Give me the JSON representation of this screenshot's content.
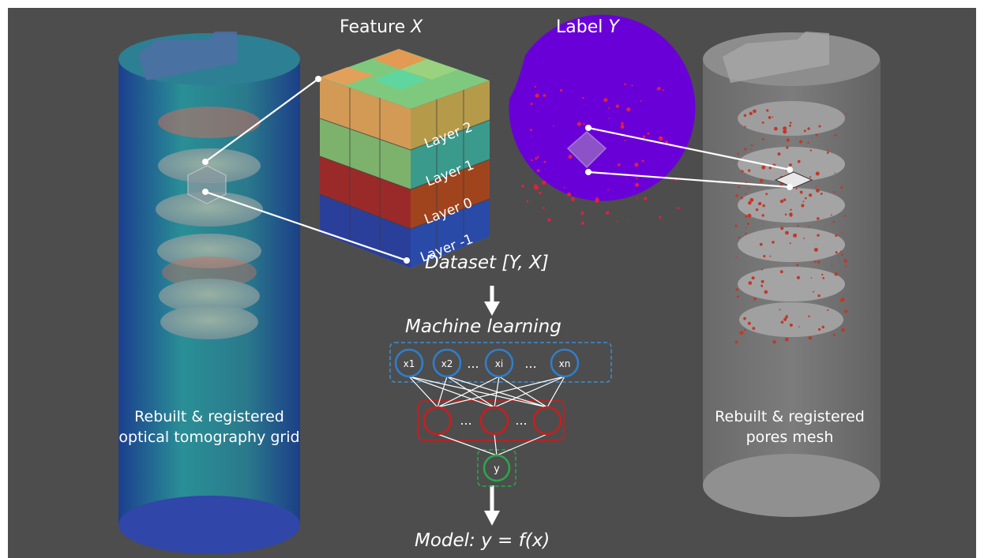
{
  "feature_title": {
    "prefix": "Feature ",
    "var": "X"
  },
  "label_title": {
    "prefix": "Label ",
    "var": "Y"
  },
  "layers": [
    "Layer 2",
    "Layer 1",
    "Layer 0",
    "Layer -1"
  ],
  "dataset_label": "Dataset [Y, X]",
  "ml_label": "Machine learning",
  "model_label": "Model: y = f(x)",
  "inputs": [
    "x1",
    "x2",
    "...",
    "xi",
    "...",
    "xn"
  ],
  "hidden": [
    "...",
    "..."
  ],
  "output": "y",
  "left_caption": [
    "Rebuilt & registered",
    "optical tomography grid"
  ],
  "right_caption": [
    "Rebuilt & registered",
    "pores mesh"
  ],
  "colors": {
    "background": "#4d4d4d",
    "label_disk": "#6a00d8",
    "input_nodes": "#2e7fcf",
    "hidden_nodes": "#d21a1a",
    "output_node": "#2aa84a"
  }
}
